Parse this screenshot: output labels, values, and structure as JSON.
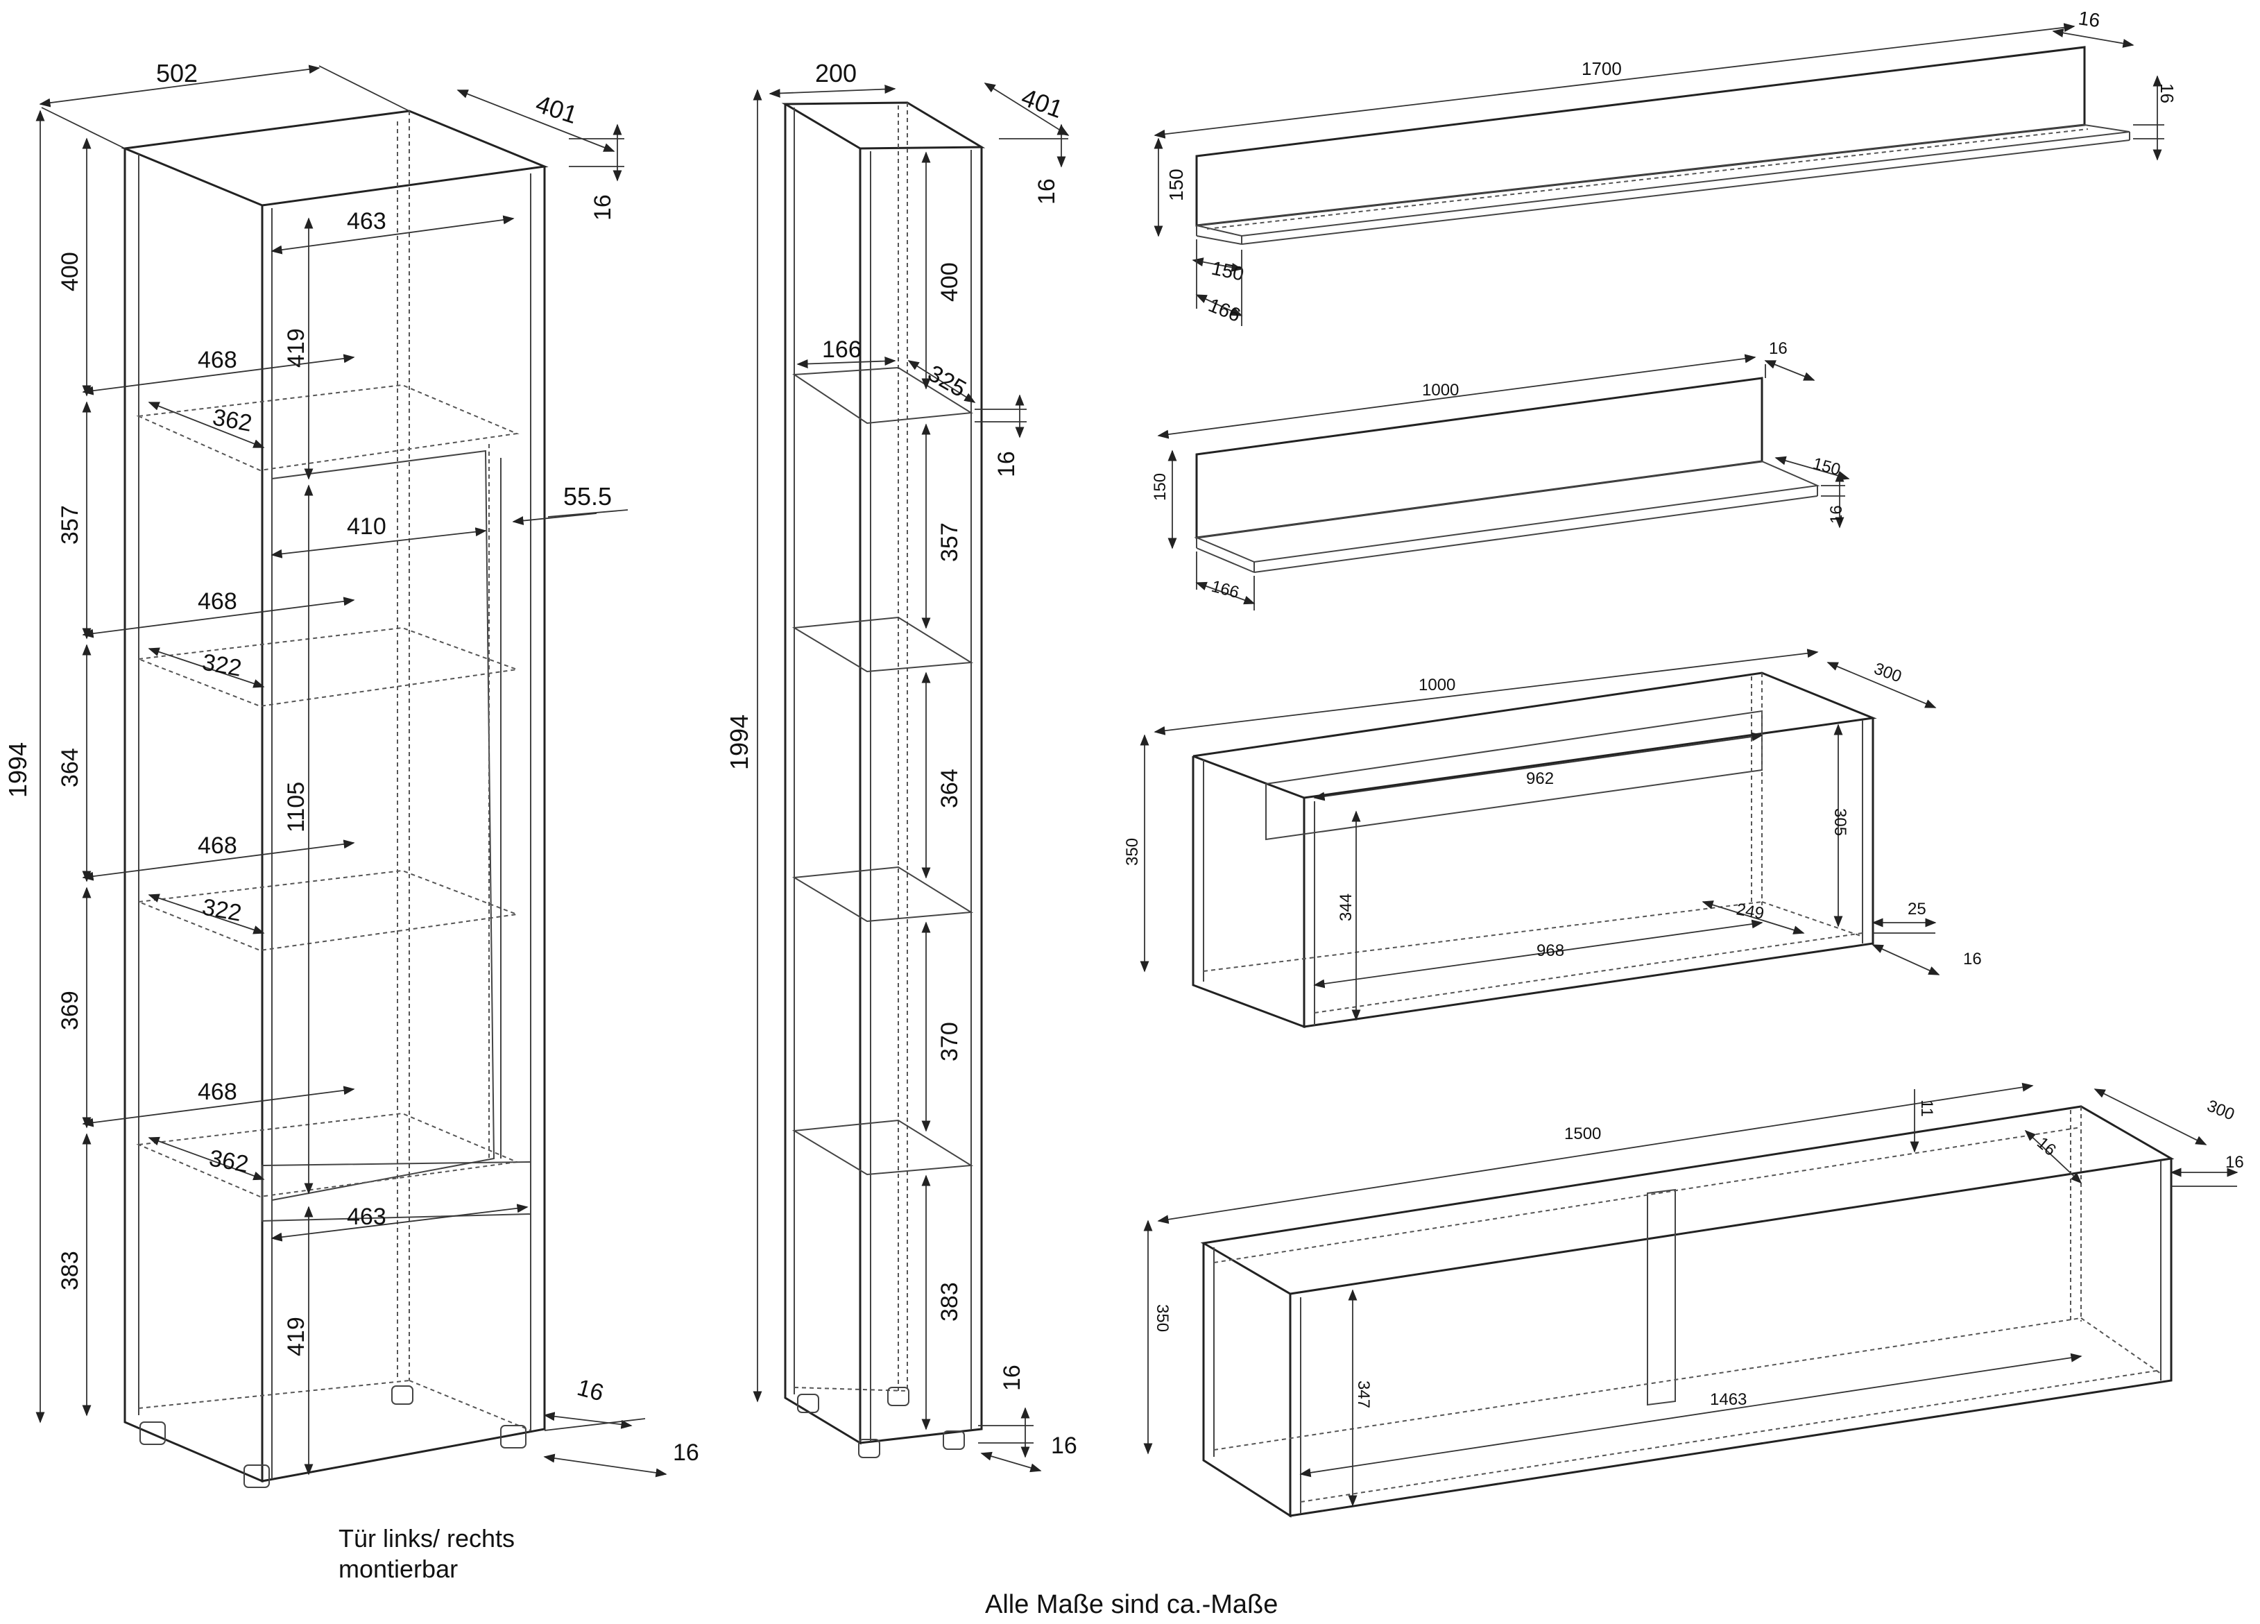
{
  "notes": {
    "door_line1": "Tür links/ rechts",
    "door_line2": "montierbar",
    "footer": "Alle Maße sind ca.-Maße"
  },
  "tall_cabinet": {
    "width": "502",
    "depth": "401",
    "height": "1994",
    "top_thickness": "16",
    "base_side": "16",
    "base_front": "16",
    "door_gap": "55.5",
    "compartments": [
      "400",
      "357",
      "364",
      "369",
      "383"
    ],
    "inner_widths": [
      "463",
      "410",
      "463"
    ],
    "door_heights": [
      "419",
      "1105",
      "419"
    ],
    "shelf_widths": [
      "468",
      "468",
      "468",
      "468"
    ],
    "shelf_depths": [
      "362",
      "322",
      "322",
      "362"
    ]
  },
  "narrow_shelf": {
    "width": "200",
    "depth": "401",
    "height": "1994",
    "top_thickness": "16",
    "inner_width": "166",
    "inner_depth": "325",
    "shelf_thickness": "16",
    "compartments": [
      "400",
      "357",
      "364",
      "370",
      "383"
    ],
    "base_height": "16",
    "base_front": "16"
  },
  "wall_shelf_large": {
    "length": "1700",
    "thickness": "16",
    "height": "150",
    "depth": "150",
    "board_depth": "166",
    "side_thickness": "16"
  },
  "wall_shelf_small": {
    "length": "1000",
    "thickness": "16",
    "height": "150",
    "depth": "150",
    "board_depth": "166",
    "side_thickness": "16"
  },
  "hanging_box_small": {
    "length": "1000",
    "depth": "300",
    "height": "350",
    "inner_top": "962",
    "inner_height": "344",
    "back_height": "305",
    "inner_depth": "249",
    "inner_bottom": "968",
    "back_inset": "25",
    "thickness": "16"
  },
  "hanging_box_large": {
    "length": "1500",
    "depth": "300",
    "height": "350",
    "rail": "11",
    "thickness_a": "16",
    "thickness_b": "16",
    "inner_height": "347",
    "inner_length": "1463"
  }
}
